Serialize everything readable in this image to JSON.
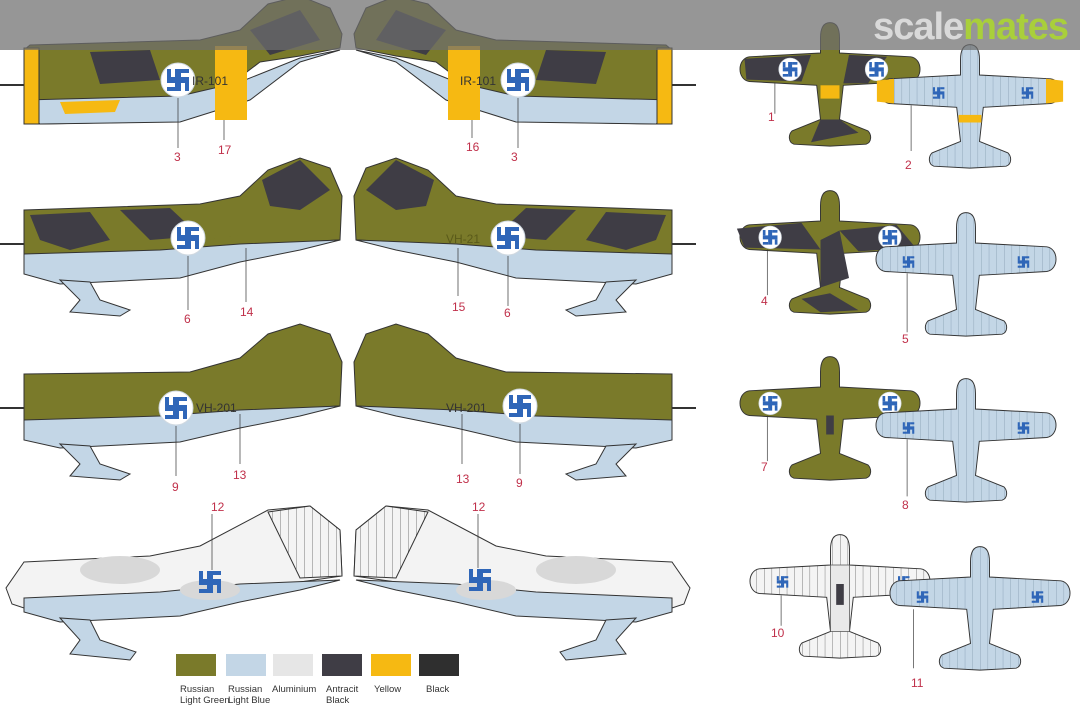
{
  "site_logo": {
    "part1": "scale",
    "part2": "mates"
  },
  "colors": {
    "olive": "#7a7a2a",
    "black": "#3f3d45",
    "lightblue": "#c3d6e6",
    "yellow": "#f6b912",
    "aluminium": "#e6e6e6",
    "roundel_blue": "#2f66b8",
    "callout": "#c0304a"
  },
  "registrations": {
    "ir101": "IR-101",
    "vh21": "VH-21",
    "vh201": "VH-201"
  },
  "callouts": {
    "n1": "1",
    "n2": "2",
    "n3": "3",
    "n4": "4",
    "n5": "5",
    "n6": "6",
    "n7": "7",
    "n8": "8",
    "n9": "9",
    "n10": "10",
    "n11": "11",
    "n12": "12",
    "n13": "13",
    "n14": "14",
    "n15": "15",
    "n16": "16",
    "n17": "17"
  },
  "legend": [
    {
      "label": "Russian Light Green",
      "color": "#7a7a2a"
    },
    {
      "label": "Russian Light Blue",
      "color": "#c3d6e6"
    },
    {
      "label": "Aluminium",
      "color": "#e6e6e6"
    },
    {
      "label": "Antracit Black",
      "color": "#3f3d45"
    },
    {
      "label": "Yellow",
      "color": "#f6b912"
    },
    {
      "label": "Black",
      "color": "#2f2f2f"
    }
  ]
}
